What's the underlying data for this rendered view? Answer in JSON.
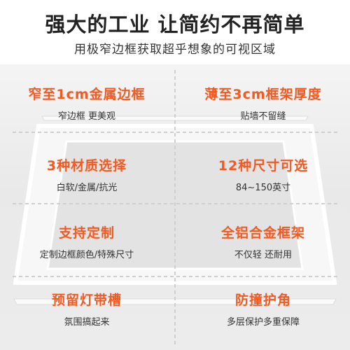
{
  "header": {
    "title": "强大的工业  让简约不再简单",
    "subtitle": "用极窄边框获取超乎想象的可视区域"
  },
  "colors": {
    "accent": "#f15a22",
    "text": "#333333",
    "background": "#ececec"
  },
  "features": [
    {
      "name": "窄至1cm金属边框",
      "desc": "窄边框  更美观"
    },
    {
      "name": "薄至3cm框架厚度",
      "desc": "贴墙不留缝"
    },
    {
      "name": "3种材质选择",
      "desc": "白软/金属/抗光"
    },
    {
      "name": "12种尺寸可选",
      "desc": "84~150英寸"
    },
    {
      "name": "支持定制",
      "desc": "定制边框颜色/特殊尺寸"
    },
    {
      "name": "全铝合金框架",
      "desc": "不仅轻  还耐用"
    },
    {
      "name": "预留灯带槽",
      "desc": "氛围搞起来"
    },
    {
      "name": "防撞护角",
      "desc": "多层保护多重保障"
    }
  ]
}
